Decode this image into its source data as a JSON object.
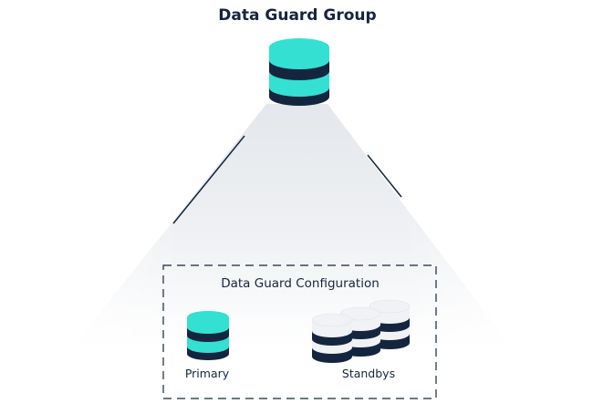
{
  "diagram": {
    "title": "Data Guard Group",
    "configuration": {
      "title": "Data Guard Configuration",
      "primary_label": "Primary",
      "standbys_label": "Standbys"
    }
  },
  "colors": {
    "navy": "#14263f",
    "teal": "#33e0d2",
    "stack_light": "#f0f2f5",
    "beam": "#e6e8ec"
  }
}
